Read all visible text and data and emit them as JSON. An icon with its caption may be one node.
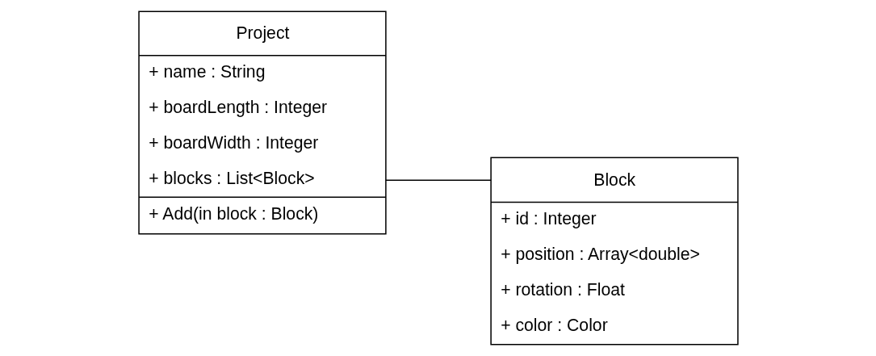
{
  "diagram": {
    "nodes": [
      {
        "text": [
          "Project",
          "+ name : String",
          "+ boardLength : Integer",
          "+ boardWidth : Integer",
          "+ blocks : List<Block>",
          "+ Add(in block : Block)"
        ]
      },
      {
        "text": [
          "Block",
          "+ id : Integer",
          "+ position : Array<double>",
          "+ rotation : Float",
          "+ color : Color"
        ]
      }
    ],
    "edges": [
      {
        "from": 0,
        "to": 1,
        "arrow": "none"
      }
    ]
  }
}
